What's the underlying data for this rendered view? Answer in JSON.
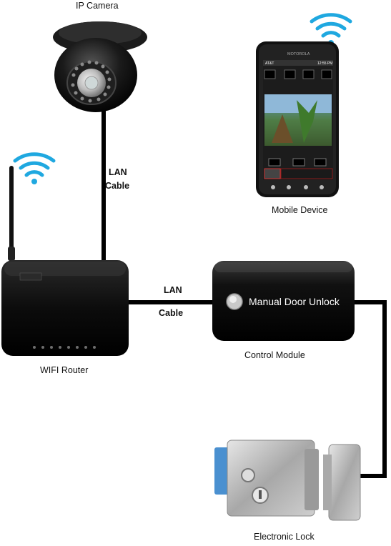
{
  "devices": {
    "camera": {
      "label": "IP Camera"
    },
    "phone": {
      "label": "Mobile Device",
      "brand": "MOTOROLA",
      "carrier": "AT&T",
      "time": "12:55 PM"
    },
    "router": {
      "label": "WIFI Router"
    },
    "module": {
      "label": "Control Module",
      "button_text": "Manual Door Unlock"
    },
    "lock": {
      "label": "Electronic Lock"
    }
  },
  "connections": {
    "camera_router": {
      "line1": "LAN",
      "line2": "Cable"
    },
    "router_module": {
      "line1": "LAN",
      "line2": "Cable"
    }
  },
  "icons": [
    "wifi-icon",
    "wifi-icon"
  ],
  "colors": {
    "wifi": "#1fa8e0",
    "cable": "#000000"
  }
}
